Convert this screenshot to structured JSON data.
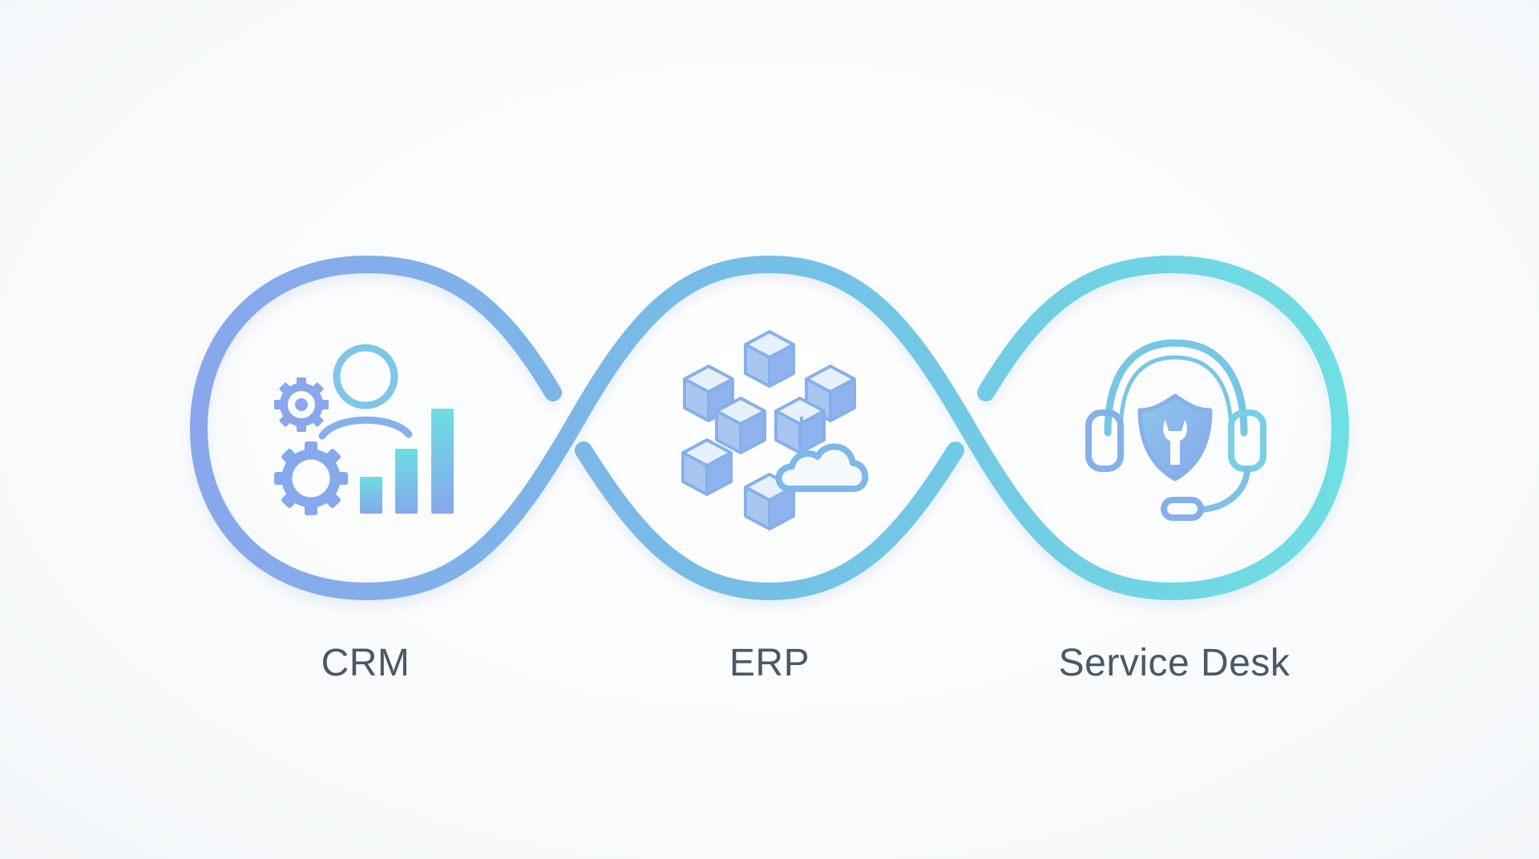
{
  "nodes": [
    {
      "label": "CRM",
      "icon": "crm-gears-user-chart-icon"
    },
    {
      "label": "ERP",
      "icon": "erp-cubes-cloud-icon"
    },
    {
      "label": "Service Desk",
      "icon": "service-desk-headset-shield-icon"
    }
  ],
  "colors": {
    "gradient_start": "#8aa6ec",
    "gradient_mid": "#74bfe6",
    "gradient_end": "#6ee0e2",
    "label_text": "#4a5868",
    "background": "#fbfcfd"
  }
}
